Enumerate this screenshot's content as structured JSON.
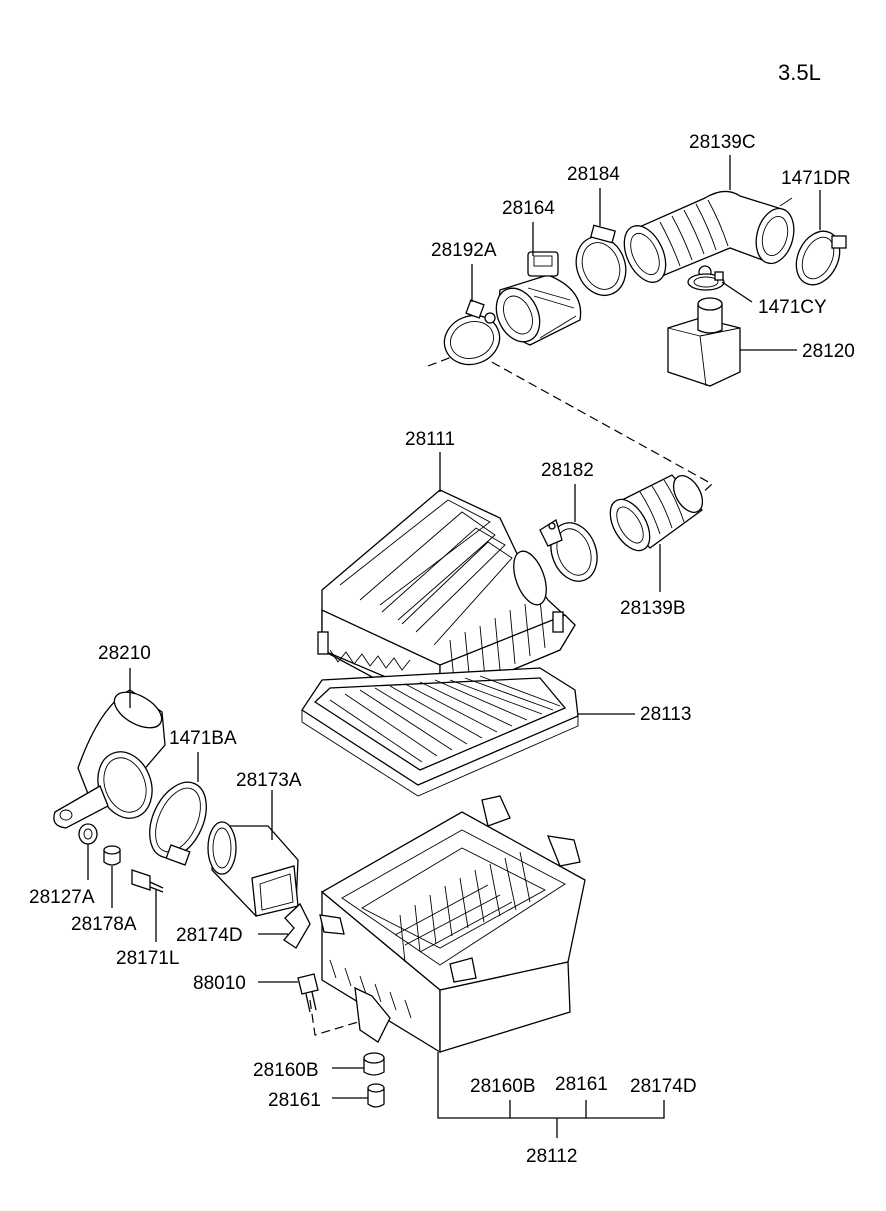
{
  "engine_label": "3.5L",
  "labels": {
    "p28139C": "28139C",
    "p28184": "28184",
    "p1471DR": "1471DR",
    "p28164": "28164",
    "p28192A": "28192A",
    "p1471CY": "1471CY",
    "p28120": "28120",
    "p28111": "28111",
    "p28182": "28182",
    "p28139B": "28139B",
    "p28210": "28210",
    "p28113": "28113",
    "p1471BA": "1471BA",
    "p28173A": "28173A",
    "p28127A": "28127A",
    "p28178A": "28178A",
    "p28171L": "28171L",
    "p28174D": "28174D",
    "p88010": "88010",
    "p28160B": "28160B",
    "p28161": "28161",
    "p28160B_sub": "28160B",
    "p28161_sub": "28161",
    "p28174D_sub": "28174D",
    "p28112": "28112"
  }
}
